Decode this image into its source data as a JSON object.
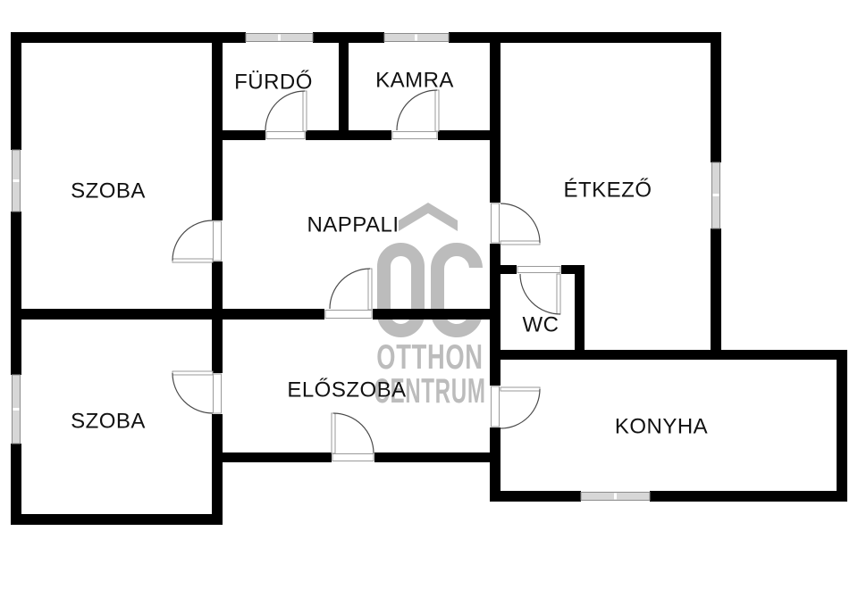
{
  "watermark": {
    "monogram": "OC",
    "line1": "OTTHON",
    "line2": "CENTRUM",
    "color": "#bcbcbc"
  },
  "colors": {
    "wall": "#000000",
    "label": "#111111",
    "door": "#4a4a4a",
    "window_band": "#d7d7d7"
  },
  "rooms": {
    "szoba_top": {
      "label": "SZOBA"
    },
    "furdo": {
      "label": "FÜRDŐ"
    },
    "kamra": {
      "label": "KAMRA"
    },
    "nappali": {
      "label": "NAPPALI"
    },
    "etkezo": {
      "label": "ÉTKEZŐ"
    },
    "wc": {
      "label": "WC"
    },
    "szoba_bottom": {
      "label": "SZOBA"
    },
    "eloszoba": {
      "label": "ELŐSZOBA"
    },
    "konyha": {
      "label": "KONYHA"
    }
  }
}
